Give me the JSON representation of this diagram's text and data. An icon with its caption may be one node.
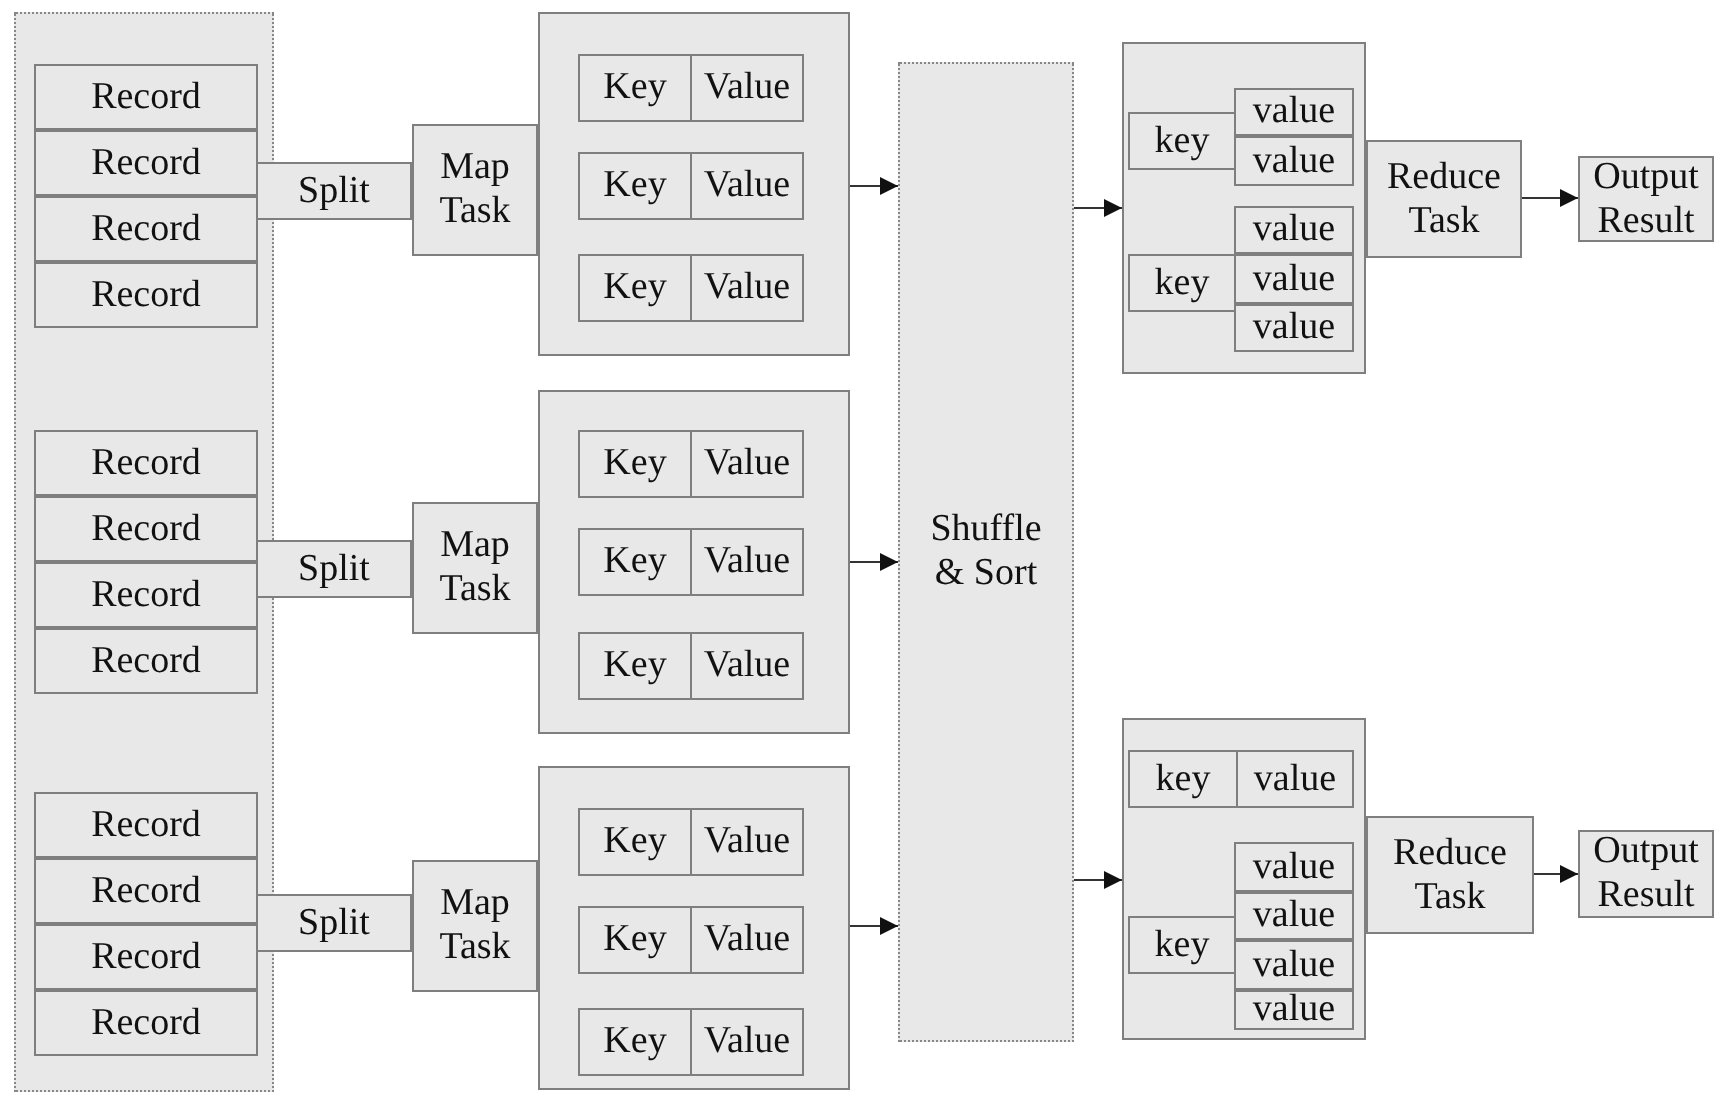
{
  "diagram": {
    "nodes": [
      {
        "text": [],
        "shape": "box"
      },
      {
        "text": [
          "Record"
        ],
        "in": 0
      },
      {
        "text": [
          "Record"
        ],
        "in": 0
      },
      {
        "text": [
          "Record"
        ],
        "in": 0
      },
      {
        "text": [
          "Record"
        ],
        "in": 0
      },
      {
        "text": [
          "Record"
        ],
        "in": 0
      },
      {
        "text": [
          "Record"
        ],
        "in": 0
      },
      {
        "text": [
          "Record"
        ],
        "in": 0
      },
      {
        "text": [
          "Record"
        ],
        "in": 0
      },
      {
        "text": [
          "Record"
        ],
        "in": 0
      },
      {
        "text": [
          "Record"
        ],
        "in": 0
      },
      {
        "text": [
          "Record"
        ],
        "in": 0
      },
      {
        "text": [
          "Record"
        ],
        "in": 0
      },
      {
        "text": [
          "Split"
        ]
      },
      {
        "text": [
          "Map Task"
        ]
      },
      {
        "text": [],
        "shape": "box"
      },
      {
        "text": [
          "Key",
          "Value"
        ],
        "in": 15
      },
      {
        "text": [
          "Key",
          "Value"
        ],
        "in": 15
      },
      {
        "text": [
          "Key",
          "Value"
        ],
        "in": 15
      },
      {
        "text": [
          "Split"
        ]
      },
      {
        "text": [
          "Map Task"
        ]
      },
      {
        "text": [],
        "shape": "box"
      },
      {
        "text": [
          "Key",
          "Value"
        ],
        "in": 21
      },
      {
        "text": [
          "Key",
          "Value"
        ],
        "in": 21
      },
      {
        "text": [
          "Key",
          "Value"
        ],
        "in": 21
      },
      {
        "text": [
          "Split"
        ]
      },
      {
        "text": [
          "Map Task"
        ]
      },
      {
        "text": [],
        "shape": "box"
      },
      {
        "text": [
          "Key",
          "Value"
        ],
        "in": 27
      },
      {
        "text": [
          "Key",
          "Value"
        ],
        "in": 27
      },
      {
        "text": [
          "Key",
          "Value"
        ],
        "in": 27
      },
      {
        "text": [
          "Shuffle & Sort"
        ]
      },
      {
        "text": [],
        "shape": "box"
      },
      {
        "text": [
          "key"
        ],
        "in": 32
      },
      {
        "text": [
          "value"
        ],
        "in": 32
      },
      {
        "text": [
          "value"
        ],
        "in": 32
      },
      {
        "text": [
          "key"
        ],
        "in": 32
      },
      {
        "text": [
          "value"
        ],
        "in": 32
      },
      {
        "text": [
          "value"
        ],
        "in": 32
      },
      {
        "text": [
          "value"
        ],
        "in": 32
      },
      {
        "text": [
          "Reduce Task"
        ]
      },
      {
        "text": [
          "Output Result"
        ]
      },
      {
        "text": [],
        "shape": "box"
      },
      {
        "text": [
          "key",
          "value"
        ],
        "in": 42
      },
      {
        "text": [
          "key"
        ],
        "in": 42
      },
      {
        "text": [
          "value"
        ],
        "in": 42
      },
      {
        "text": [
          "value"
        ],
        "in": 42
      },
      {
        "text": [
          "value"
        ],
        "in": 42
      },
      {
        "text": [
          "value"
        ],
        "in": 42
      },
      {
        "text": [
          "Reduce Task"
        ]
      },
      {
        "text": [
          "Output Result"
        ]
      }
    ],
    "edges": [
      {
        "from": 15,
        "to": 31,
        "arrow": "to"
      },
      {
        "from": 21,
        "to": 31,
        "arrow": "to"
      },
      {
        "from": 27,
        "to": 31,
        "arrow": "to"
      },
      {
        "from": 31,
        "to": 32,
        "arrow": "to"
      },
      {
        "from": 31,
        "to": 42,
        "arrow": "to"
      },
      {
        "from": 40,
        "to": 41,
        "arrow": "to"
      },
      {
        "from": 49,
        "to": 50,
        "arrow": "to"
      }
    ]
  }
}
